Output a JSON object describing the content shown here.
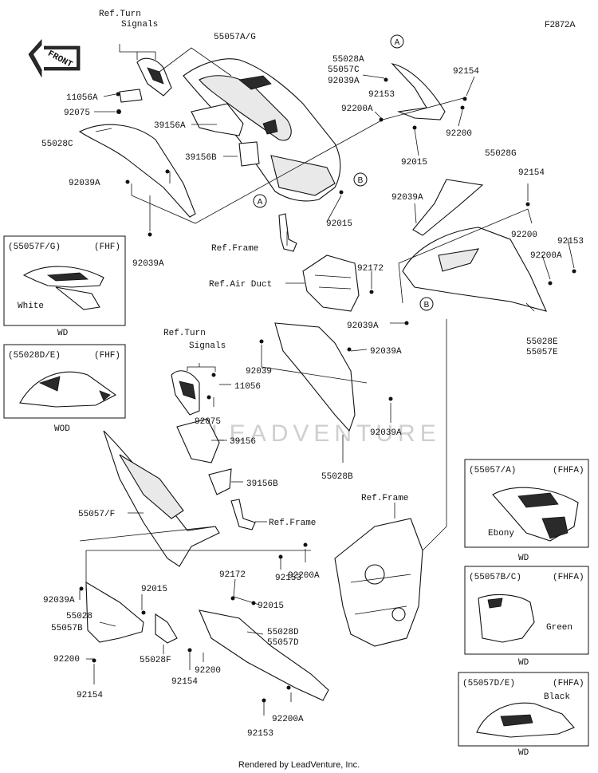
{
  "header": {
    "code": "F2872A"
  },
  "front_badge": "FRONT",
  "footer": "Rendered by LeadVenture, Inc.",
  "watermark": "LEADVENTURE",
  "labels": {
    "ref_turn_signals_top": "Ref.Turn",
    "ref_turn_signals_top_2": "Signals",
    "p55057ag": "55057A/G",
    "p11056a": "11056A",
    "p92075_top": "92075",
    "p39156a": "39156A",
    "p55028c": "55028C",
    "p39156b": "39156B",
    "p92039a_left": "92039A",
    "p92039a_bottom_left": "92039A",
    "ref_frame_top": "Ref.Frame",
    "p55028a": "55028A",
    "p55057c": "55057C",
    "p92039a_top": "92039A",
    "p92200a_top": "92200A",
    "p92153_top": "92153",
    "p92154_top": "92154",
    "p92200_top": "92200",
    "p92015_top": "92015",
    "p92015_mid": "92015",
    "p55028g": "55028G",
    "p92154_right": "92154",
    "p92039a_right": "92039A",
    "p92200_right": "92200",
    "p92153_right": "92153",
    "p92200a_right": "92200A",
    "p92172_mid": "92172",
    "ref_air_duct": "Ref.Air Duct",
    "p92039a_mid": "92039A",
    "p55028e": "55028E",
    "p55057e": "55057E",
    "ref_turn_signals_mid": "Ref.Turn",
    "ref_turn_signals_mid_2": "Signals",
    "p92039_mid": "92039",
    "p92039a_mid2": "92039A",
    "p11056": "11056",
    "p92075_mid": "92075",
    "p39156": "39156",
    "p92039a_mid3": "92039A",
    "p55028b": "55028B",
    "p39156b_mid": "39156B",
    "p55057f": "55057/F",
    "ref_frame_mid": "Ref.Frame",
    "ref_frame_low": "Ref.Frame",
    "p92153_low": "92153",
    "p92200a_low": "92200A",
    "p92039a_low": "92039A",
    "p92015_low": "92015",
    "p92172_low": "92172",
    "p92015_low2": "92015",
    "p55028_low": "55028",
    "p55057b_low": "55057B",
    "p55028d_low": "55028D",
    "p55057d_low": "55057D",
    "p92200_low_left": "92200",
    "p55028f": "55028F",
    "p92200_low": "92200",
    "p92154_low_left": "92154",
    "p92154_low": "92154",
    "p92200a_bottom": "92200A",
    "p92153_bottom": "92153"
  },
  "callouts": {
    "a_top": "A",
    "a_mid": "A",
    "b_mid": "B",
    "b_right": "B"
  },
  "insets": [
    {
      "code": "(55057F/G)",
      "tag": "(FHF)",
      "color": "White",
      "caption": "WD"
    },
    {
      "code": "(55028D/E)",
      "tag": "(FHF)",
      "color": "",
      "caption": "WOD"
    },
    {
      "code": "(55057/A)",
      "tag": "(FHFA)",
      "color": "Ebony",
      "caption": "WD"
    },
    {
      "code": "(55057B/C)",
      "tag": "(FHFA)",
      "color": "Green",
      "caption": "WD"
    },
    {
      "code": "(55057D/E)",
      "tag": "(FHFA)",
      "color": "Black",
      "caption": "WD"
    }
  ]
}
